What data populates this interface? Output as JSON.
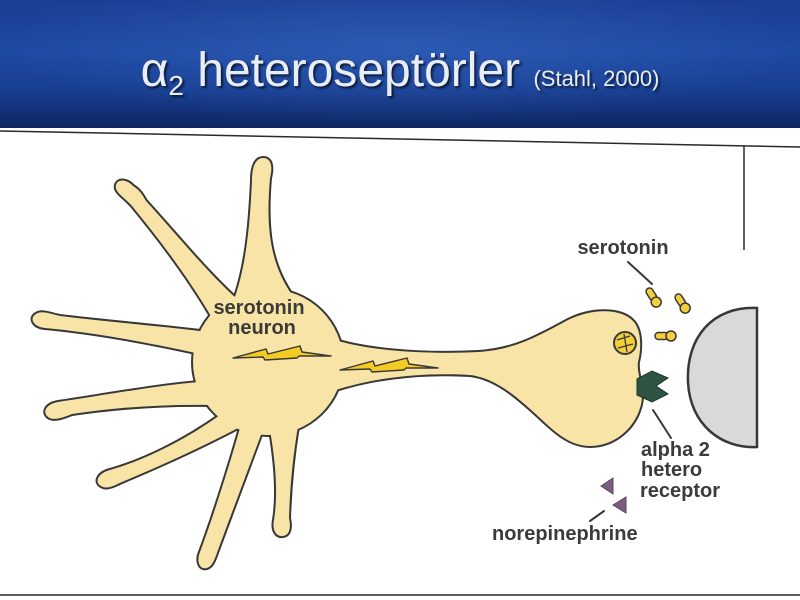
{
  "slide": {
    "title": {
      "symbol": "α",
      "subscript": "2",
      "main": "heteroseptörler",
      "citation": "(Stahl, 2000)"
    }
  },
  "diagram": {
    "labels": {
      "serotonin_neuron": [
        "serotonin",
        "neuron"
      ],
      "serotonin": "serotonin",
      "alpha2_heteroreceptor": [
        "alpha 2",
        "hetero",
        "receptor"
      ],
      "norepinephrine": "norepinephrine"
    }
  },
  "colors": {
    "slide_background": "#ffffff",
    "header_background": "#1f4aa3",
    "title_text": "#e9edf6",
    "neuron_fill": "#f8e4a6",
    "outline": "#383838",
    "action_potential": "#f4cb22",
    "serotonin_molecule": "#f2cf3b",
    "receptor": "#2f5542",
    "postsynaptic_cell": "#d9d9d9",
    "norepinephrine": "#7d5c82",
    "label_text": "#3b3b3b"
  }
}
